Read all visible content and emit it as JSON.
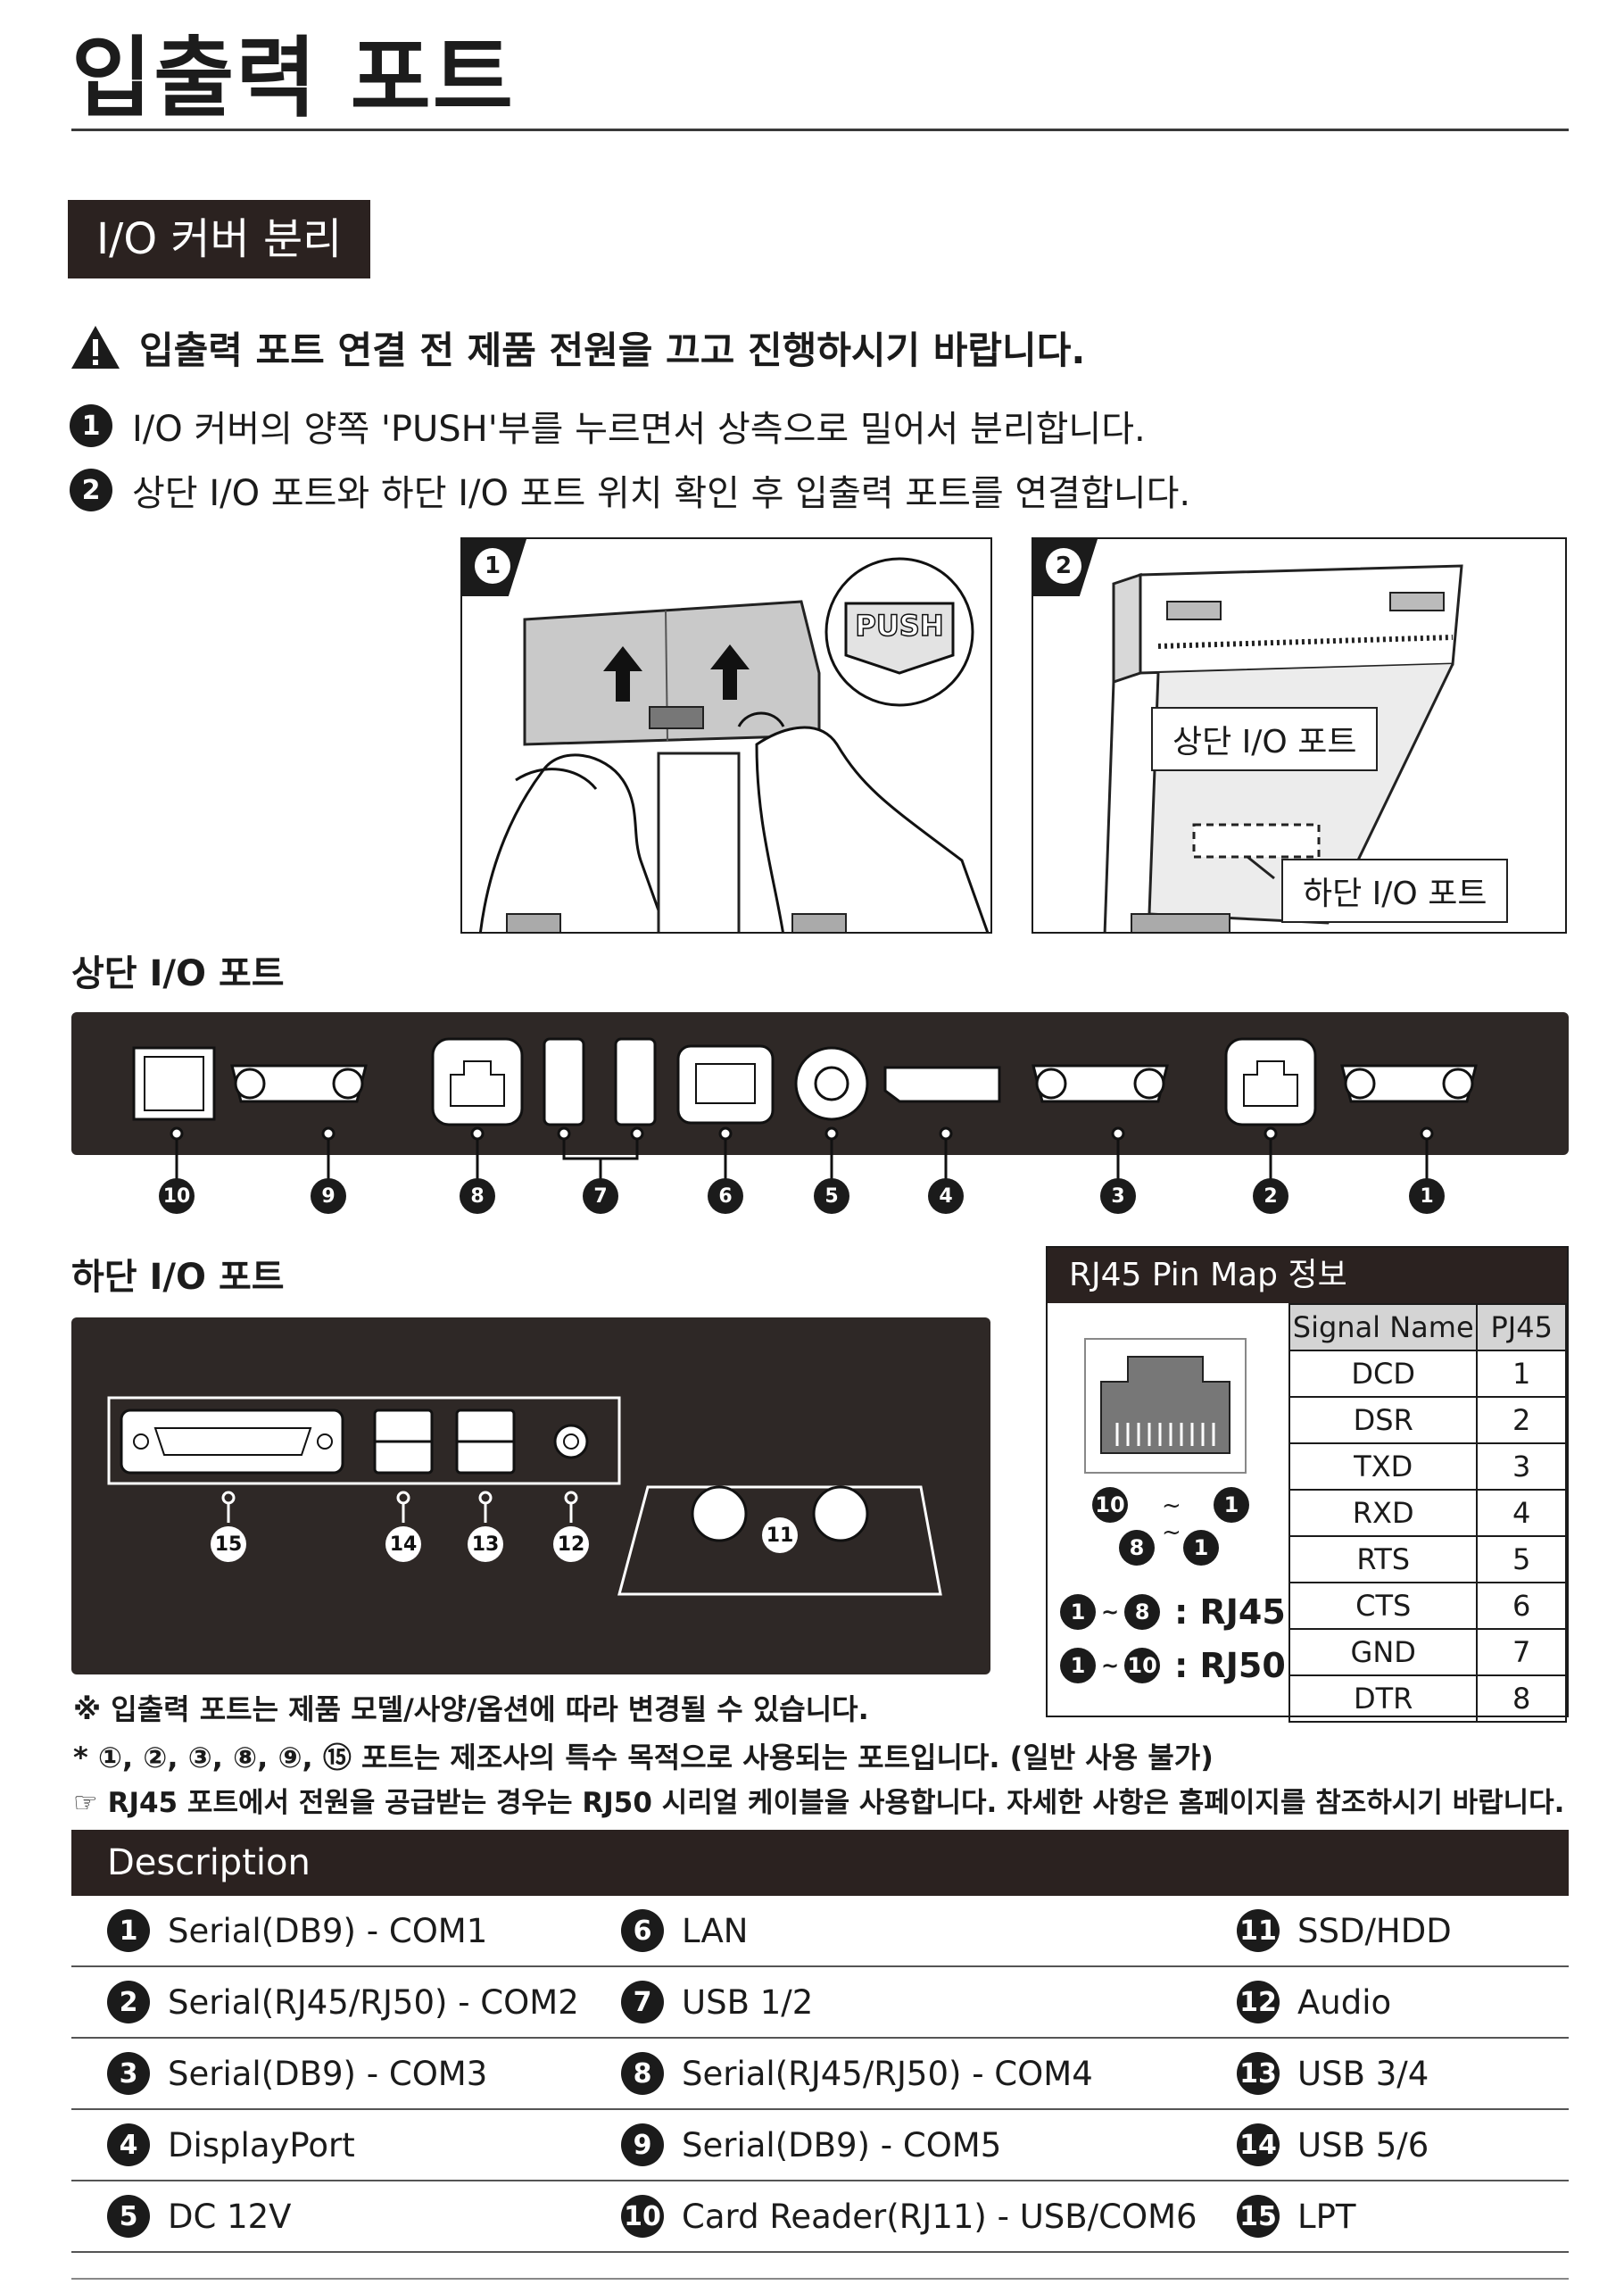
{
  "page_title": "입출력 포트",
  "section_tag": "I/O 커버 분리",
  "warning": "입출력 포트 연결 전 제품 전원을 끄고 진행하시기 바랍니다.",
  "steps": [
    {
      "num": "1",
      "text": "I/O 커버의 양쪽 'PUSH'부를 누르면서 상측으로 밀어서 분리합니다."
    },
    {
      "num": "2",
      "text": "상단 I/O 포트와 하단 I/O 포트 위치 확인 후 입출력 포트를 연결합니다."
    }
  ],
  "figure1": {
    "num": "1",
    "push_label": "PUSH"
  },
  "figure2": {
    "num": "2",
    "upper_callout": "상단 I/O 포트",
    "lower_callout": "하단 I/O 포트"
  },
  "upper_heading": "상단 I/O 포트",
  "upper_ports": [
    "10",
    "9",
    "8",
    "7",
    "6",
    "5",
    "4",
    "3",
    "2",
    "1"
  ],
  "lower_heading": "하단 I/O 포트",
  "lower_ports": [
    "15",
    "14",
    "13",
    "12",
    "11"
  ],
  "pinmap": {
    "title": "RJ45 Pin Map 정보",
    "headers": [
      "Signal Name",
      "PJ45"
    ],
    "rows": [
      [
        "DCD",
        "1"
      ],
      [
        "DSR",
        "2"
      ],
      [
        "TXD",
        "3"
      ],
      [
        "RXD",
        "4"
      ],
      [
        "RTS",
        "5"
      ],
      [
        "CTS",
        "6"
      ],
      [
        "GND",
        "7"
      ],
      [
        "DTR",
        "8"
      ]
    ],
    "pin_labels": {
      "top_left": "10",
      "top_right": "1",
      "bottom_left": "8",
      "bottom_right": "1",
      "tilde": "~"
    },
    "ranges": [
      {
        "from": "1",
        "to": "8",
        "label": ": RJ45"
      },
      {
        "from": "1",
        "to": "10",
        "label": ": RJ50"
      }
    ]
  },
  "notes": [
    "※ 입출력 포트는 제품 모델/사양/옵션에 따라 변경될 수 있습니다.",
    "* ①, ②, ③, ⑧, ⑨, ⑮ 포트는 제조사의 특수 목적으로 사용되는 포트입니다. (일반 사용 불가)",
    "☞ RJ45 포트에서 전원을 공급받는 경우는 RJ50 시리얼 케이블을 사용합니다. 자세한 사항은 홈페이지를 참조하시기 바랍니다."
  ],
  "description": {
    "title": "Description",
    "rows": [
      [
        {
          "num": "1",
          "label": "Serial(DB9) - COM1"
        },
        {
          "num": "6",
          "label": "LAN"
        },
        {
          "num": "11",
          "label": "SSD/HDD"
        }
      ],
      [
        {
          "num": "2",
          "label": "Serial(RJ45/RJ50) - COM2"
        },
        {
          "num": "7",
          "label": "USB 1/2"
        },
        {
          "num": "12",
          "label": "Audio"
        }
      ],
      [
        {
          "num": "3",
          "label": "Serial(DB9) - COM3"
        },
        {
          "num": "8",
          "label": "Serial(RJ45/RJ50) - COM4"
        },
        {
          "num": "13",
          "label": "USB 3/4"
        }
      ],
      [
        {
          "num": "4",
          "label": "DisplayPort"
        },
        {
          "num": "9",
          "label": "Serial(DB9) - COM5"
        },
        {
          "num": "14",
          "label": "USB 5/6"
        }
      ],
      [
        {
          "num": "5",
          "label": "DC 12V"
        },
        {
          "num": "10",
          "label": "Card Reader(RJ11) - USB/COM6"
        },
        {
          "num": "15",
          "label": "LPT"
        }
      ]
    ]
  }
}
